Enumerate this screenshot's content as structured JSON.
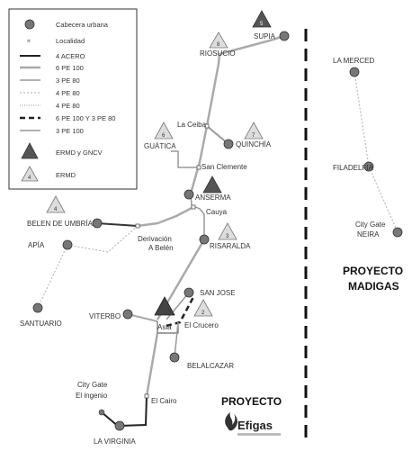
{
  "legend": {
    "items": [
      {
        "label": "Cabecera urbana",
        "symbol": "town"
      },
      {
        "label": "Localidad",
        "symbol": "locality"
      },
      {
        "label": "4 ACERO",
        "symbol": "line-steel"
      },
      {
        "label": "6 PE 100",
        "symbol": "line-pe100-6"
      },
      {
        "label": "3 PE 80",
        "symbol": "line-pe80-3"
      },
      {
        "label": "4 PE 80",
        "symbol": "line-pe80-4a"
      },
      {
        "label": "4 PE 80",
        "symbol": "line-pe80-4b"
      },
      {
        "label": "6 PE 100 Y 3 PE 80",
        "symbol": "line-dashed"
      },
      {
        "label": "3 PE 100",
        "symbol": "line-pe100-3"
      },
      {
        "label": "ERMD y GNCV",
        "symbol": "triangle-dark"
      },
      {
        "label": "ERMD",
        "symbol": "triangle-light"
      }
    ],
    "triangle_number": "4"
  },
  "places": {
    "supia": "SUPIA",
    "riosucio": "RIOSUCIO",
    "la_ceiba": "La Ceiba",
    "guatica": "GUÁTICA",
    "quinchia": "QUINCHÍA",
    "san_clemente": "San Clemente",
    "anserma": "ANSERMA",
    "cauya": "Cauya",
    "belen": "BELEN DE UMBRÍA",
    "derivacion": "Derivación",
    "a_belen": "A Belén",
    "risaralda": "RISARALDA",
    "apia": "APÍA",
    "san_jose": "SAN JOSE",
    "santuario": "SANTUARIO",
    "viterbo": "VITERBO",
    "asia": "Asia",
    "el_crucero": "El Crucero",
    "belalcazar": "BELALCAZAR",
    "city_gate_1": "City Gate",
    "el_ingenio": "El ingenio",
    "el_cairo": "El Cairo",
    "la_virginia": "LA VIRGINIA",
    "la_merced": "LA MERCED",
    "filadelfia": "FILADELFIA",
    "city_gate_2": "City Gate",
    "neira": "NEIRA"
  },
  "station_numbers": {
    "supia": "5",
    "riosucio": "8",
    "guatica": "6",
    "quinchia": "7",
    "belen": "4",
    "risaralda": "3",
    "el_crucero": "2"
  },
  "projects": {
    "madigas_line1": "PROYECTO",
    "madigas_line2": "MADIGAS",
    "efigas_title": "PROYECTO",
    "efigas_logo": "Efigas"
  },
  "colors": {
    "town_fill": "#777777",
    "triangle_dark": "#555555",
    "triangle_light": "#dddddd",
    "pipeline_gray": "#aaaaaa",
    "pipeline_dark": "#222222",
    "efigas_flame": "#333333"
  }
}
